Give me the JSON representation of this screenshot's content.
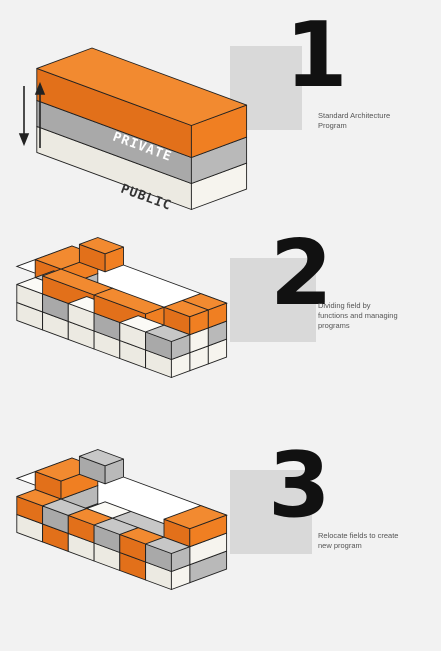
{
  "steps": [
    {
      "number": "1",
      "caption_lines": [
        "Standard Architecture",
        "Program"
      ],
      "layer_labels": {
        "private": "PRIVATE",
        "public": "PUBLIC"
      }
    },
    {
      "number": "2",
      "caption_lines": [
        "Dividing field by",
        "functions and managing",
        "programs"
      ]
    },
    {
      "number": "3",
      "caption_lines": [
        "Relocate fields to create",
        "new program"
      ]
    }
  ],
  "colors": {
    "orange_top": "#f28a30",
    "orange_left": "#e2701a",
    "orange_right": "#f07f22",
    "grey_top": "#c7c7c7",
    "grey_left": "#a9a9a9",
    "grey_right": "#b9b9b9",
    "white_top": "#fbfaf6",
    "white_left": "#eceae2",
    "white_right": "#f6f4ee",
    "stroke": "#222222",
    "number_backdrop": "#d9d9d9",
    "background": "#f2f2f2"
  }
}
